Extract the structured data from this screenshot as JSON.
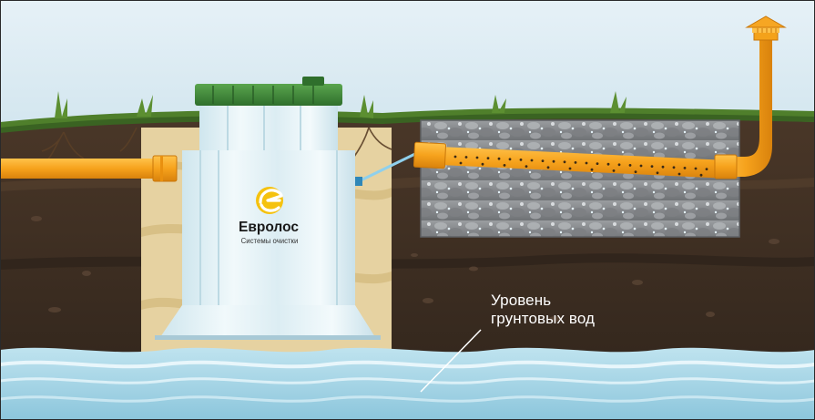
{
  "logo": {
    "brand": "Евролос",
    "tagline": "Системы очистки",
    "icon": "euro-e-icon"
  },
  "groundwater_label": {
    "line1": "Уровень",
    "line2": "грунтовых вод"
  },
  "colors": {
    "sky": "#dcecf4",
    "grass": "#4f7f2b",
    "soil": "#3d2e22",
    "sand": "#e4cf9e",
    "water": "#9dcfe3",
    "pipe": "#f6a623",
    "tank_body": "#dff0f5",
    "tank_lid": "#3f8a3a",
    "gravel": "#8a8d90",
    "brand_yellow": "#f5c20f"
  }
}
